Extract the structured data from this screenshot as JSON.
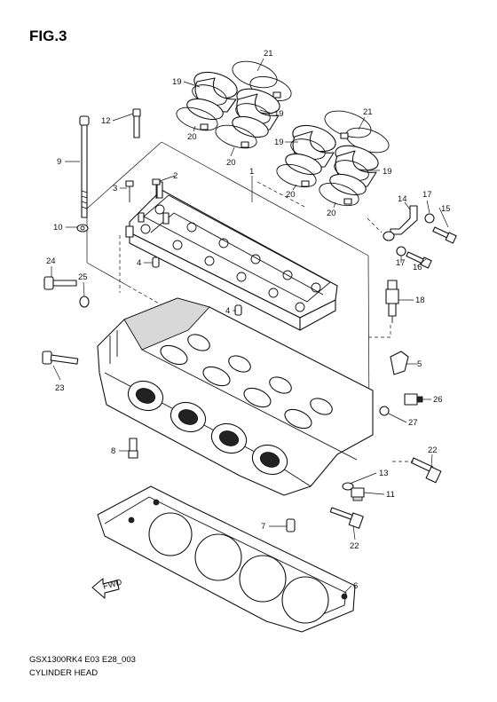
{
  "figure": {
    "title": "FIG.3"
  },
  "callouts": [
    "1",
    "2",
    "3",
    "4",
    "4",
    "5",
    "6",
    "7",
    "8",
    "9",
    "10",
    "11",
    "12",
    "13",
    "14",
    "15",
    "16",
    "17",
    "17",
    "18",
    "19",
    "19",
    "19",
    "19",
    "20",
    "20",
    "20",
    "20",
    "21",
    "21",
    "22",
    "22",
    "23",
    "24",
    "25",
    "26",
    "27"
  ],
  "front_arrow_label": "FWD",
  "footer": {
    "model_code": "GSX1300RK4 E03 E28_003",
    "caption": "CYLINDER HEAD"
  }
}
